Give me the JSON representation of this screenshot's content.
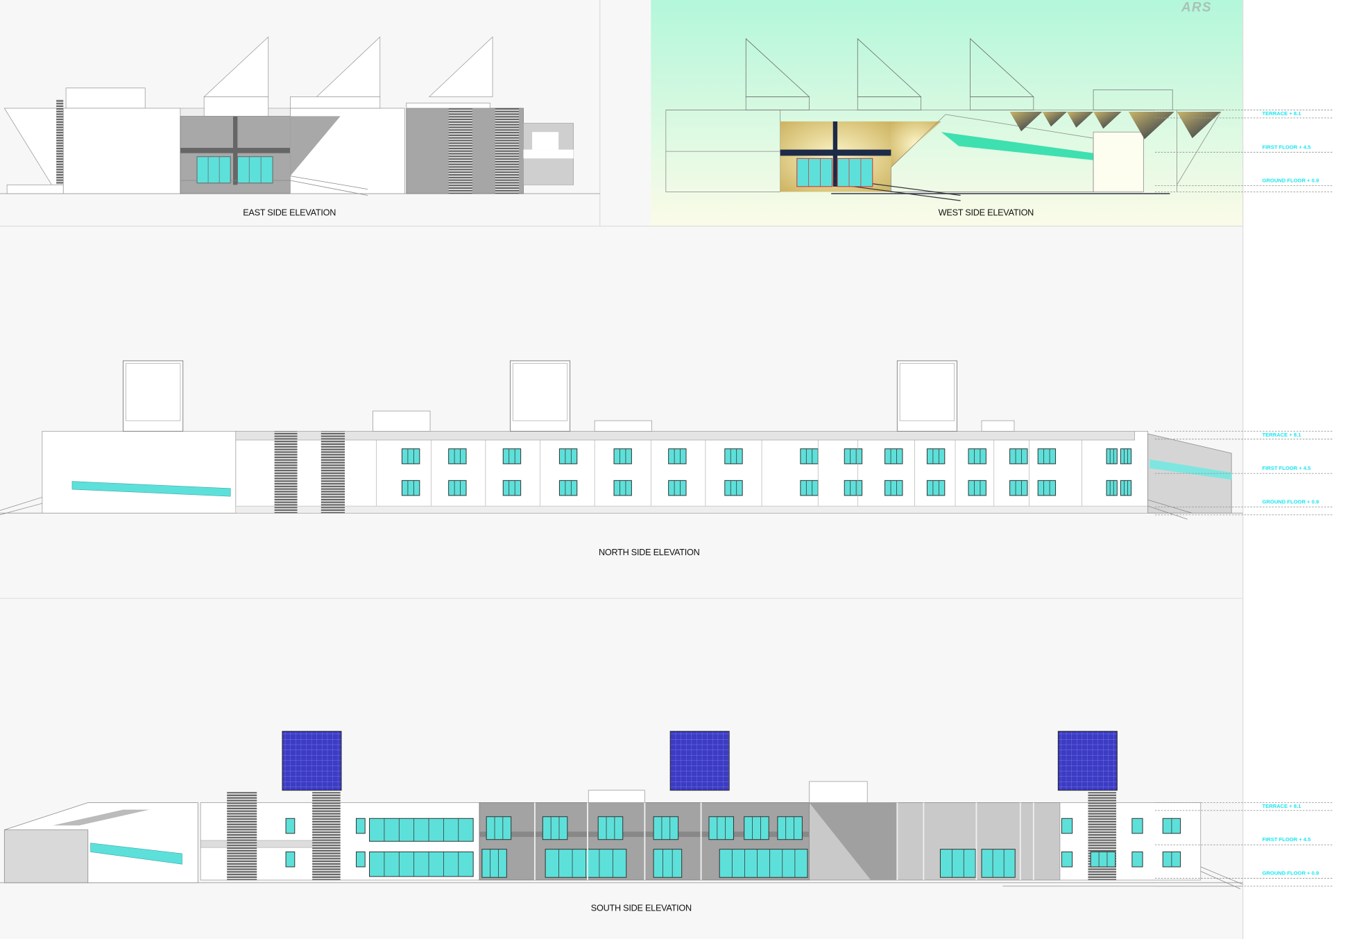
{
  "logo": {
    "text": "ARS"
  },
  "elevations": {
    "east": {
      "title": "EAST SIDE ELEVATION"
    },
    "west": {
      "title": "WEST SIDE ELEVATION"
    },
    "north": {
      "title": "NORTH SIDE ELEVATION"
    },
    "south": {
      "title": "SOUTH SIDE ELEVATION"
    }
  },
  "levels": {
    "terrace": "TERRACE      + 8.1",
    "first_floor": "FIRST FLOOR + 4.5",
    "ground_floor": "GROUND FLOOR + 0.9"
  },
  "colors": {
    "glass": "#5ee0da",
    "solar_panel": "#3b3bc4",
    "level_label": "#19e6f0",
    "west_sky_top": "#b3f7da",
    "west_sky_bottom": "#fbfbe8"
  }
}
